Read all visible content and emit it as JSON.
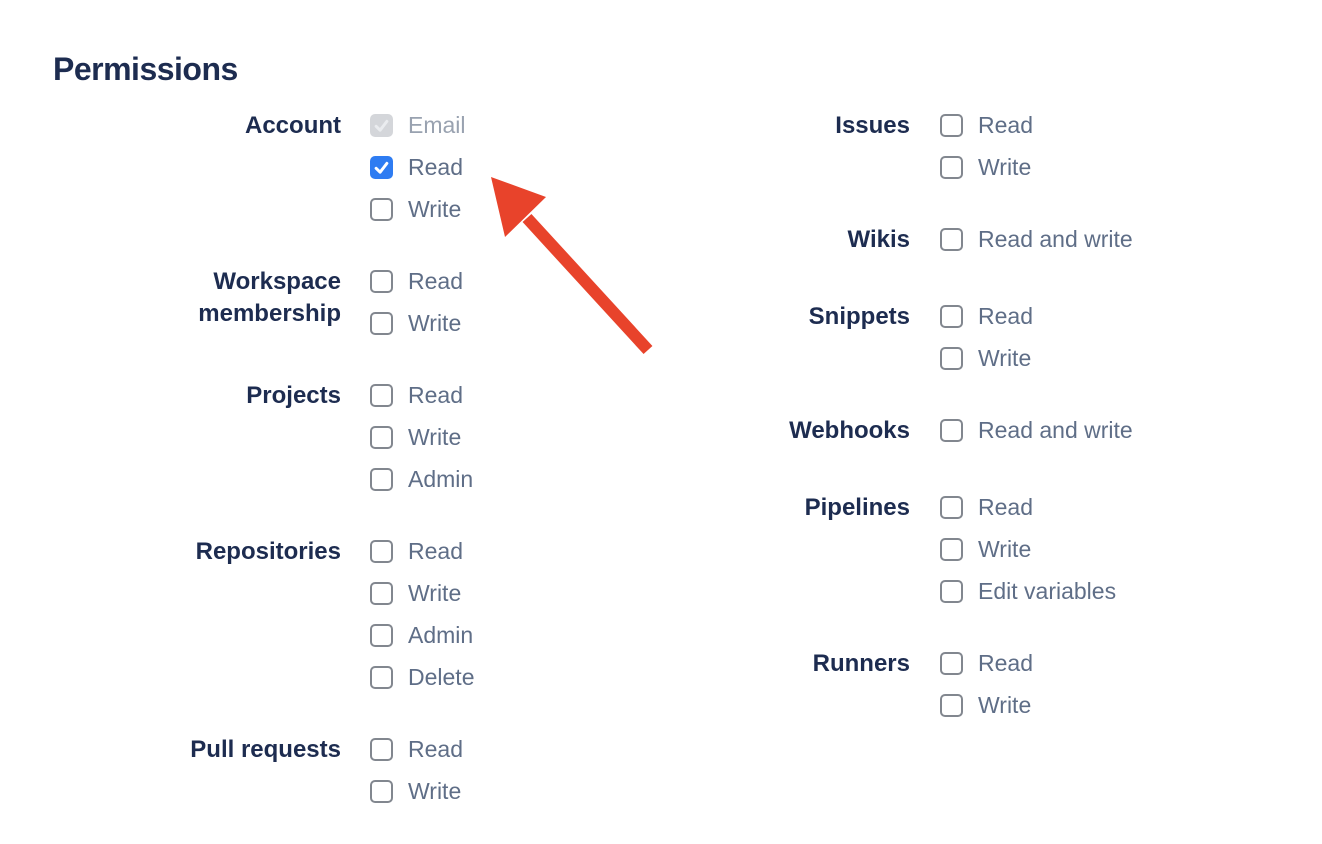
{
  "heading": "Permissions",
  "colors": {
    "heading_text": "#1d2c50",
    "group_label_text": "#1d2c50",
    "option_label_text": "#5f6e87",
    "option_label_disabled_text": "#99a2b0",
    "checkbox_border": "#82878f",
    "checkbox_checked_bg": "#2e7cf2",
    "checkbox_check": "#ffffff",
    "checkbox_disabled_bg": "#d4d6da",
    "checkbox_disabled_check": "#eaecef",
    "arrow": "#e8432b"
  },
  "columns": [
    {
      "groups": [
        {
          "label": "Account",
          "options": [
            {
              "label": "Email",
              "checked": true,
              "disabled": true
            },
            {
              "label": "Read",
              "checked": true,
              "disabled": false
            },
            {
              "label": "Write",
              "checked": false,
              "disabled": false
            }
          ]
        },
        {
          "label": "Workspace\nmembership",
          "options": [
            {
              "label": "Read",
              "checked": false,
              "disabled": false
            },
            {
              "label": "Write",
              "checked": false,
              "disabled": false
            }
          ]
        },
        {
          "label": "Projects",
          "options": [
            {
              "label": "Read",
              "checked": false,
              "disabled": false
            },
            {
              "label": "Write",
              "checked": false,
              "disabled": false
            },
            {
              "label": "Admin",
              "checked": false,
              "disabled": false
            }
          ]
        },
        {
          "label": "Repositories",
          "options": [
            {
              "label": "Read",
              "checked": false,
              "disabled": false
            },
            {
              "label": "Write",
              "checked": false,
              "disabled": false
            },
            {
              "label": "Admin",
              "checked": false,
              "disabled": false
            },
            {
              "label": "Delete",
              "checked": false,
              "disabled": false
            }
          ]
        },
        {
          "label": "Pull requests",
          "options": [
            {
              "label": "Read",
              "checked": false,
              "disabled": false
            },
            {
              "label": "Write",
              "checked": false,
              "disabled": false
            }
          ]
        }
      ]
    },
    {
      "groups": [
        {
          "label": "Issues",
          "options": [
            {
              "label": "Read",
              "checked": false,
              "disabled": false
            },
            {
              "label": "Write",
              "checked": false,
              "disabled": false
            }
          ]
        },
        {
          "label": "Wikis",
          "options": [
            {
              "label": "Read and write",
              "checked": false,
              "disabled": false
            }
          ]
        },
        {
          "label": "Snippets",
          "options": [
            {
              "label": "Read",
              "checked": false,
              "disabled": false
            },
            {
              "label": "Write",
              "checked": false,
              "disabled": false
            }
          ]
        },
        {
          "label": "Webhooks",
          "options": [
            {
              "label": "Read and write",
              "checked": false,
              "disabled": false
            }
          ]
        },
        {
          "label": "Pipelines",
          "options": [
            {
              "label": "Read",
              "checked": false,
              "disabled": false
            },
            {
              "label": "Write",
              "checked": false,
              "disabled": false
            },
            {
              "label": "Edit variables",
              "checked": false,
              "disabled": false
            }
          ]
        },
        {
          "label": "Runners",
          "options": [
            {
              "label": "Read",
              "checked": false,
              "disabled": false
            },
            {
              "label": "Write",
              "checked": false,
              "disabled": false
            }
          ]
        }
      ]
    }
  ],
  "annotation": {
    "points_at": "Account Read checkbox"
  }
}
